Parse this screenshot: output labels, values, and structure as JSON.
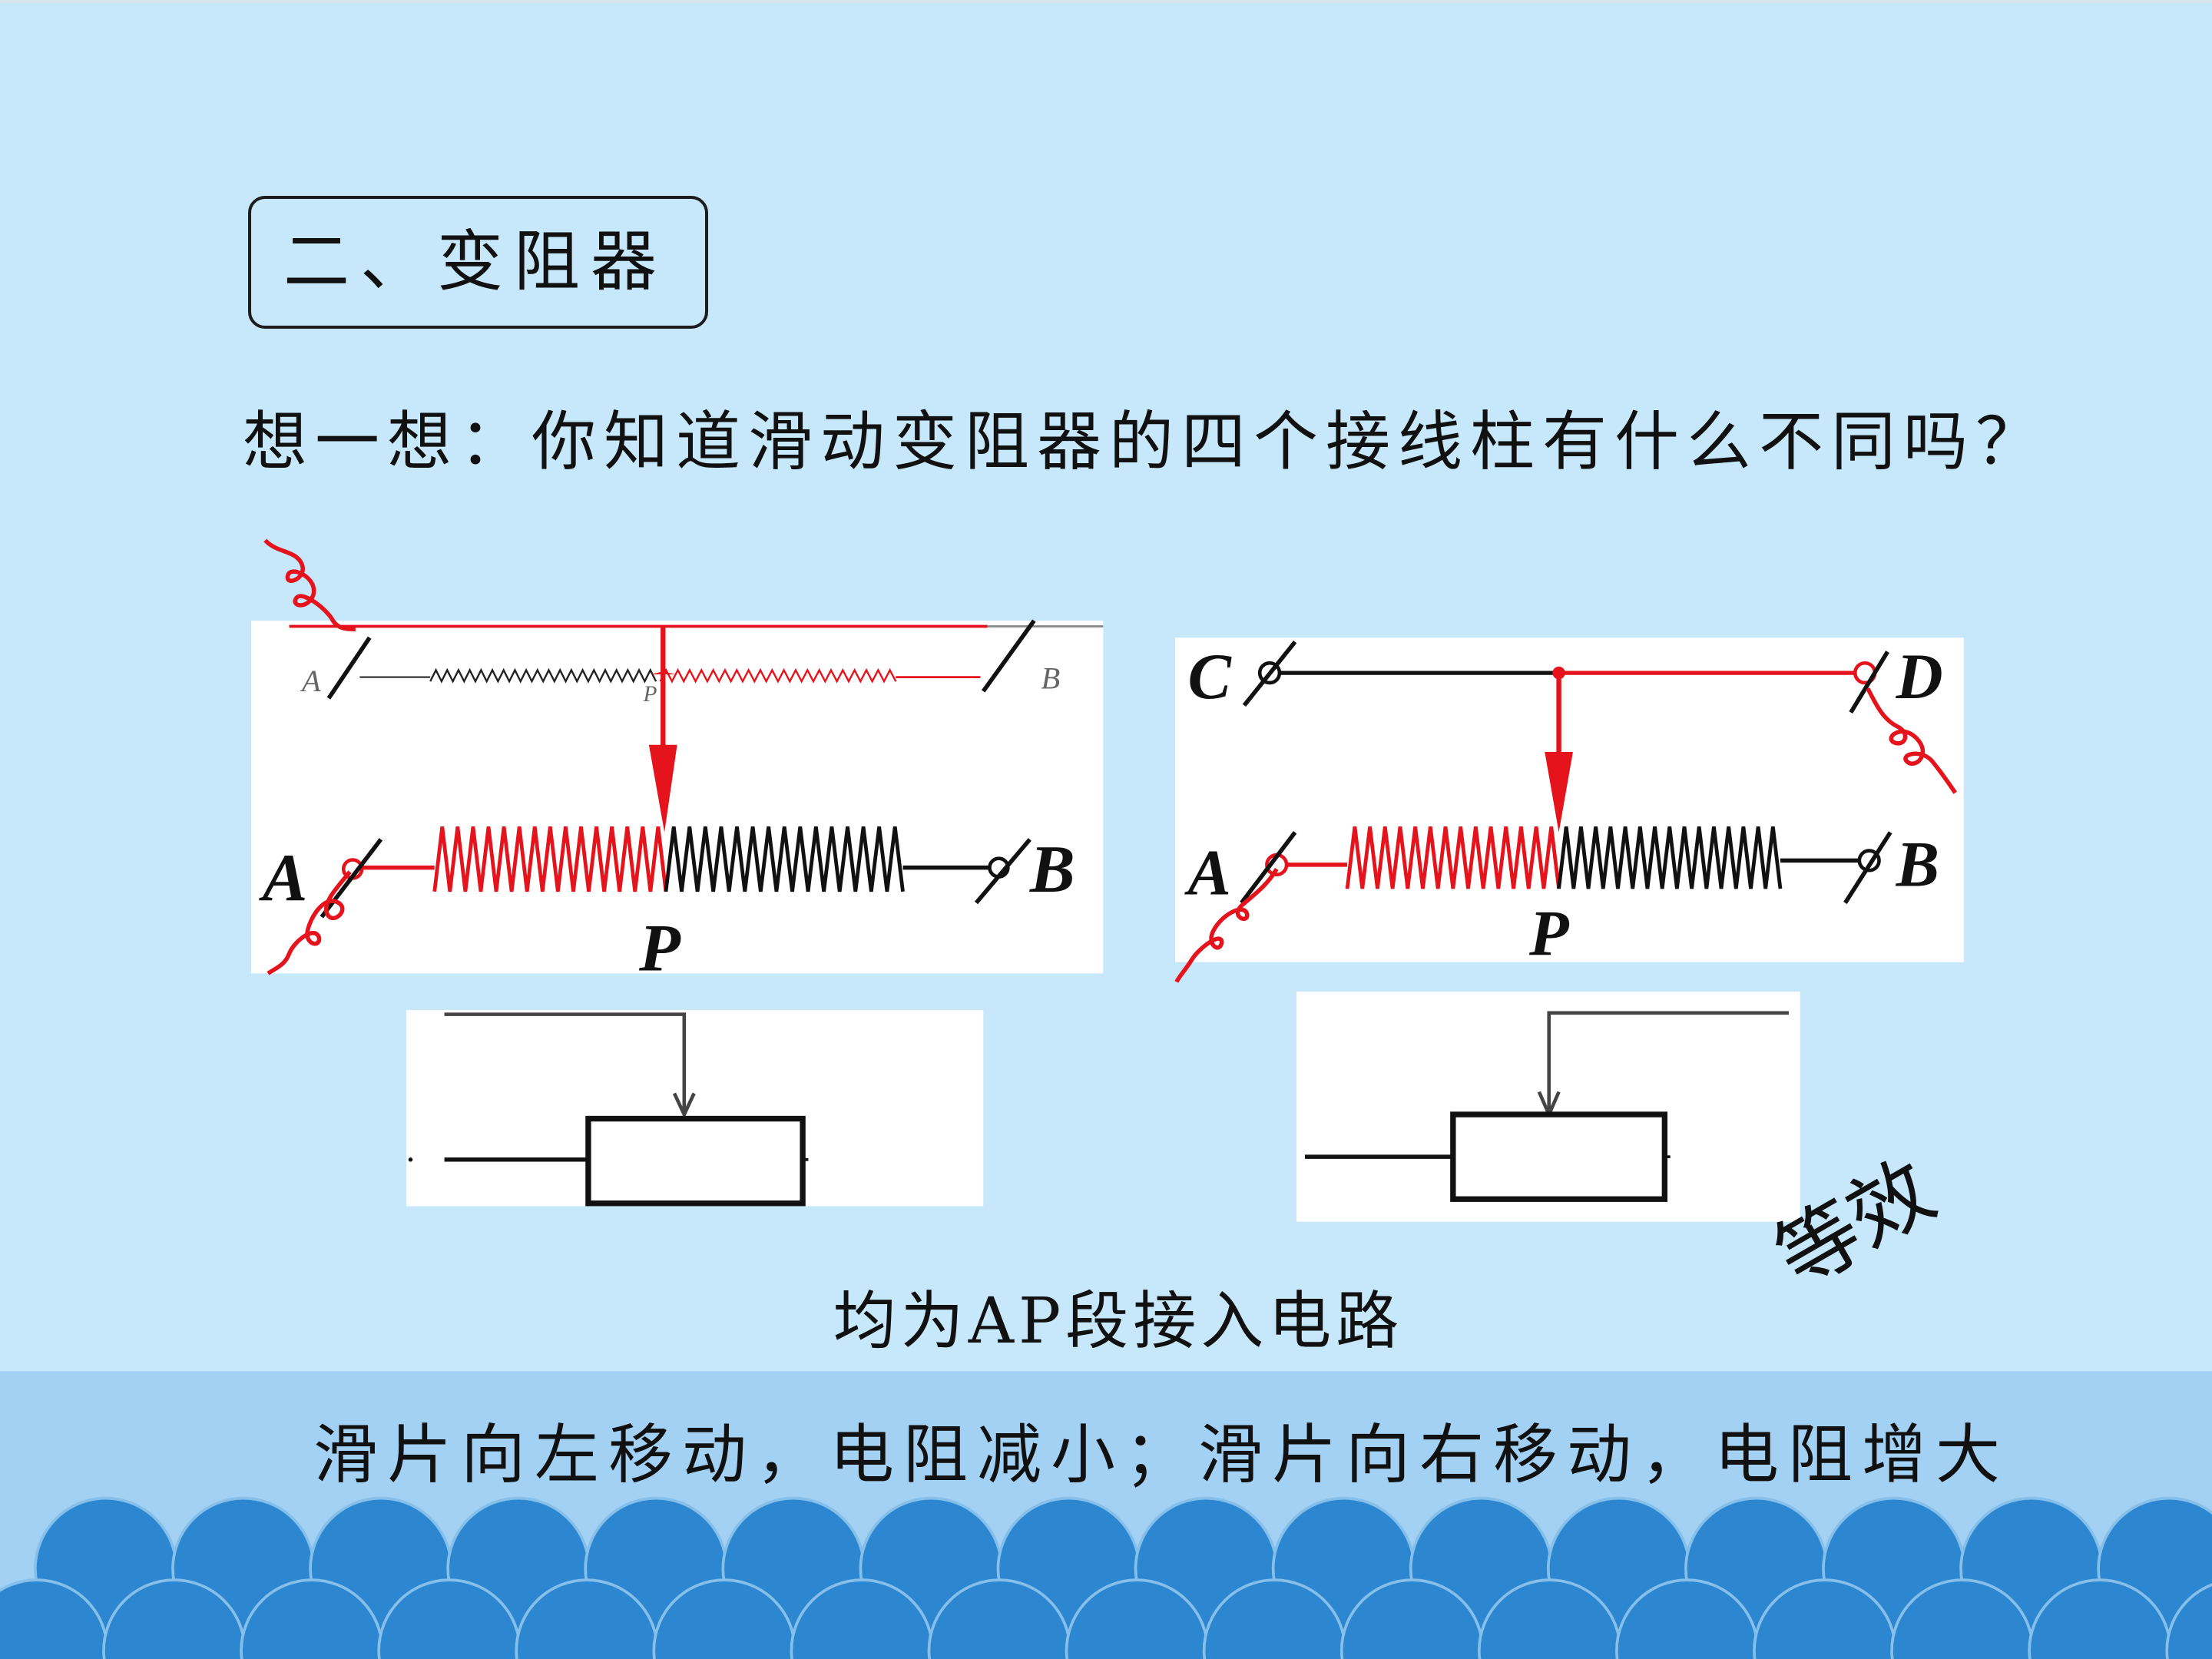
{
  "slide": {
    "section_title": "二、变阻器",
    "question": "想一想：你知道滑动变阻器的四个接线柱有什么不同吗？",
    "conclusion": "均为AP段接入电路",
    "note": "滑片向左移动，电阻减小；滑片向右移动，电阻增大",
    "handwritten_note": "等效"
  },
  "diagram_left": {
    "labels": {
      "A": "A",
      "B": "B",
      "P": "P"
    }
  },
  "diagram_right": {
    "labels": {
      "A": "A",
      "B": "B",
      "C": "C",
      "D": "D",
      "P": "P"
    }
  },
  "colors": {
    "background": "#C7E7FA",
    "band": "#A2D1F3",
    "wave": "#2C87D0",
    "wave_outline": "#86C0EA",
    "highlight_wire": "#E5131B",
    "wire": "#111111"
  }
}
